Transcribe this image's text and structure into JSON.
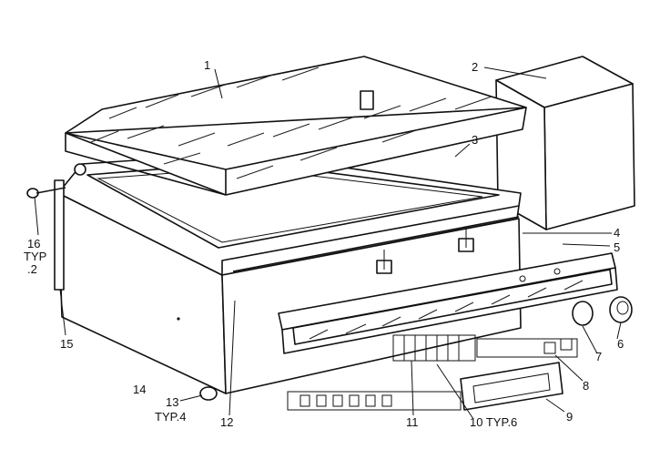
{
  "callouts": [
    {
      "id": "c1",
      "text": "1"
    },
    {
      "id": "c2",
      "text": "2"
    },
    {
      "id": "c3",
      "text": "3"
    },
    {
      "id": "c4",
      "text": "4"
    },
    {
      "id": "c5",
      "text": "5"
    },
    {
      "id": "c6",
      "text": "6"
    },
    {
      "id": "c7",
      "text": "7"
    },
    {
      "id": "c8",
      "text": "8"
    },
    {
      "id": "c9",
      "text": "9"
    },
    {
      "id": "c10",
      "text": "10 TYP.6"
    },
    {
      "id": "c11",
      "text": "11"
    },
    {
      "id": "c12",
      "text": "12"
    },
    {
      "id": "c13a",
      "text": "13"
    },
    {
      "id": "c13b",
      "text": "TYP.4"
    },
    {
      "id": "c14",
      "text": "14"
    },
    {
      "id": "c15",
      "text": "15"
    },
    {
      "id": "c16a",
      "text": "16"
    },
    {
      "id": "c16b",
      "text": "TYP"
    },
    {
      "id": "c16c",
      "text": ".2"
    }
  ]
}
